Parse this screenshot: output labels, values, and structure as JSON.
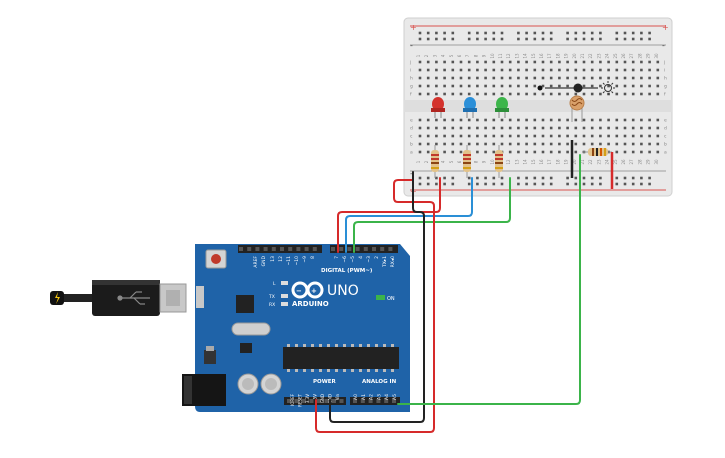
{
  "arduino": {
    "logo_text": "ARDUINO",
    "model": "UNO",
    "digital_label": "DIGITAL (PWM~)",
    "analog_label": "ANALOG IN",
    "power_label": "POWER",
    "on_label": "ON",
    "led_l": "L",
    "led_tx": "TX",
    "led_rx": "RX",
    "top_pins": [
      "AREF",
      "GND",
      "13",
      "12",
      "~11",
      "~10",
      "~9",
      "8",
      "7",
      "~6",
      "~5",
      "4",
      "~3",
      "2",
      "TX▸1",
      "RX◂0"
    ],
    "power_pins": [
      "IOREF",
      "RESET",
      "3.3V",
      "5V",
      "GND",
      "GND",
      "Vin"
    ],
    "analog_pins": [
      "A0",
      "A1",
      "A2",
      "A3",
      "A4",
      "A5"
    ]
  },
  "breadboard": {
    "col_numbers": [
      "1",
      "2",
      "3",
      "4",
      "5",
      "6",
      "7",
      "8",
      "9",
      "10",
      "11",
      "12",
      "13",
      "14",
      "15",
      "16",
      "17",
      "18",
      "19",
      "20",
      "21",
      "22",
      "23",
      "24",
      "25",
      "26",
      "27",
      "28",
      "29",
      "30"
    ],
    "row_letters_top": [
      "j",
      "i",
      "h",
      "g",
      "f"
    ],
    "row_letters_bottom": [
      "e",
      "d",
      "c",
      "b",
      "a"
    ],
    "plus": "+",
    "minus": "-"
  },
  "components": {
    "leds": [
      {
        "name": "red",
        "color": "#d4322c"
      },
      {
        "name": "blue",
        "color": "#2b8fd8"
      },
      {
        "name": "green",
        "color": "#3cb54a"
      }
    ]
  },
  "colors": {
    "board_blue": "#1f63a8",
    "breadboard": "#e9e9e9",
    "wire_red": "#d62a2a",
    "wire_black": "#222222",
    "wire_blue": "#2a8fd6",
    "wire_green": "#3bb44a"
  },
  "icons": {
    "usb": "usb-icon",
    "bolt": "lightning-bolt-icon",
    "sun": "sun-icon",
    "infinity": "infinity-logo-icon"
  }
}
